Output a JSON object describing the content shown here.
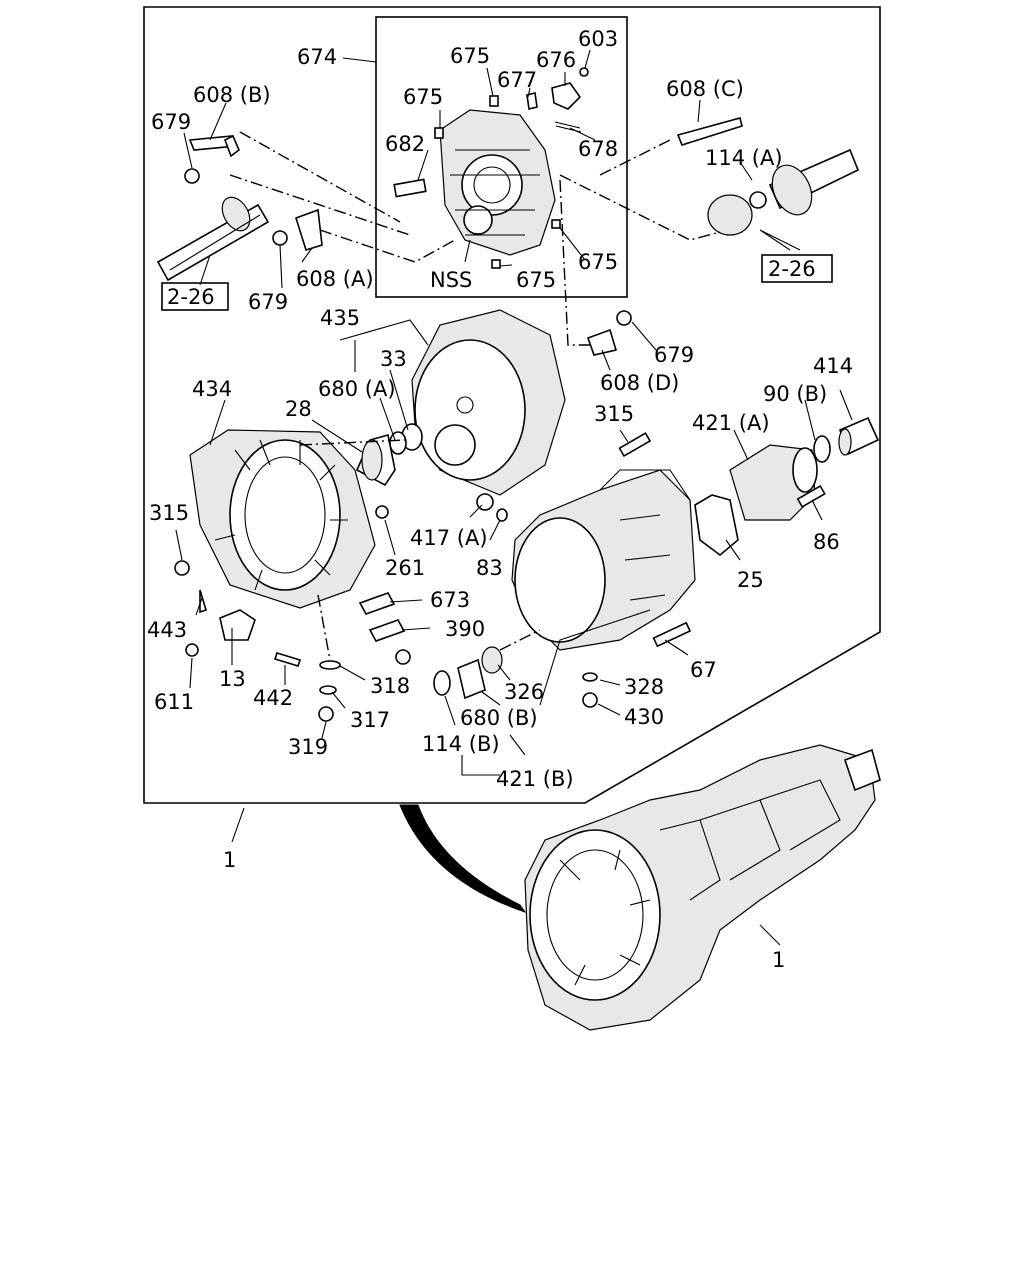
{
  "callouts": {
    "c674": "674",
    "c675a": "675",
    "c603": "603",
    "c676": "676",
    "c677": "677",
    "c675b": "675",
    "c682": "682",
    "c678": "678",
    "c608b": "608 (B)",
    "c679a": "679",
    "c608c": "608 (C)",
    "c114a": "114 (A)",
    "c226a": "2-26",
    "c226b": "2-26",
    "c679b": "679",
    "c608a": "608 (A)",
    "cnss": "NSS",
    "c675c": "675",
    "c675d": "675",
    "c435": "435",
    "c33": "33",
    "c680a": "680 (A)",
    "c28": "28",
    "c434": "434",
    "c679c": "679",
    "c608d": "608 (D)",
    "c315a": "315",
    "c421a": "421 (A)",
    "c90b": "90 (B)",
    "c414": "414",
    "c315b": "315",
    "c417a": "417 (A)",
    "c83": "83",
    "c261": "261",
    "c86": "86",
    "c25": "25",
    "c673": "673",
    "c390": "390",
    "c443": "443",
    "c13": "13",
    "c611": "611",
    "c442": "442",
    "c318": "318",
    "c317": "317",
    "c319": "319",
    "c326": "326",
    "c328": "328",
    "c430": "430",
    "c67": "67",
    "c680b": "680 (B)",
    "c114b": "114 (B)",
    "c421b": "421 (B)",
    "c1a": "1",
    "c1b": "1"
  },
  "colors": {
    "line": "#000000",
    "background": "#ffffff",
    "shade": "#e8e8e8"
  }
}
